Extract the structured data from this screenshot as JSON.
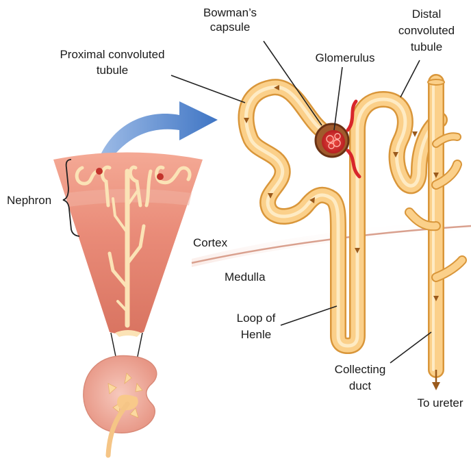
{
  "labels": {
    "bowman_line1": "Bowman’s",
    "bowman_line2": "capsule",
    "distal_line1": "Distal",
    "distal_line2": "convoluted",
    "distal_line3": "tubule",
    "proximal_line1": "Proximal convoluted",
    "proximal_line2": "tubule",
    "glomerulus": "Glomerulus",
    "nephron": "Nephron",
    "cortex": "Cortex",
    "medulla": "Medulla",
    "loop_line1": "Loop of",
    "loop_line2": "Henle",
    "collecting_line1": "Collecting",
    "collecting_line2": "duct",
    "to_ureter": "To ureter"
  },
  "colors": {
    "tubule_fill": "#fbd08a",
    "tubule_edge": "#d9963a",
    "tubule_highlight": "#fff1d2",
    "flow_arrow": "#9a5a1c",
    "capsule": "#7a3a1a",
    "glomerulus": "#d8262b",
    "kidney": "#f1b3a5",
    "cortex_line": "#d9a08e",
    "pointer_arrow": "#4a7fc8",
    "leader_line": "#222222"
  }
}
